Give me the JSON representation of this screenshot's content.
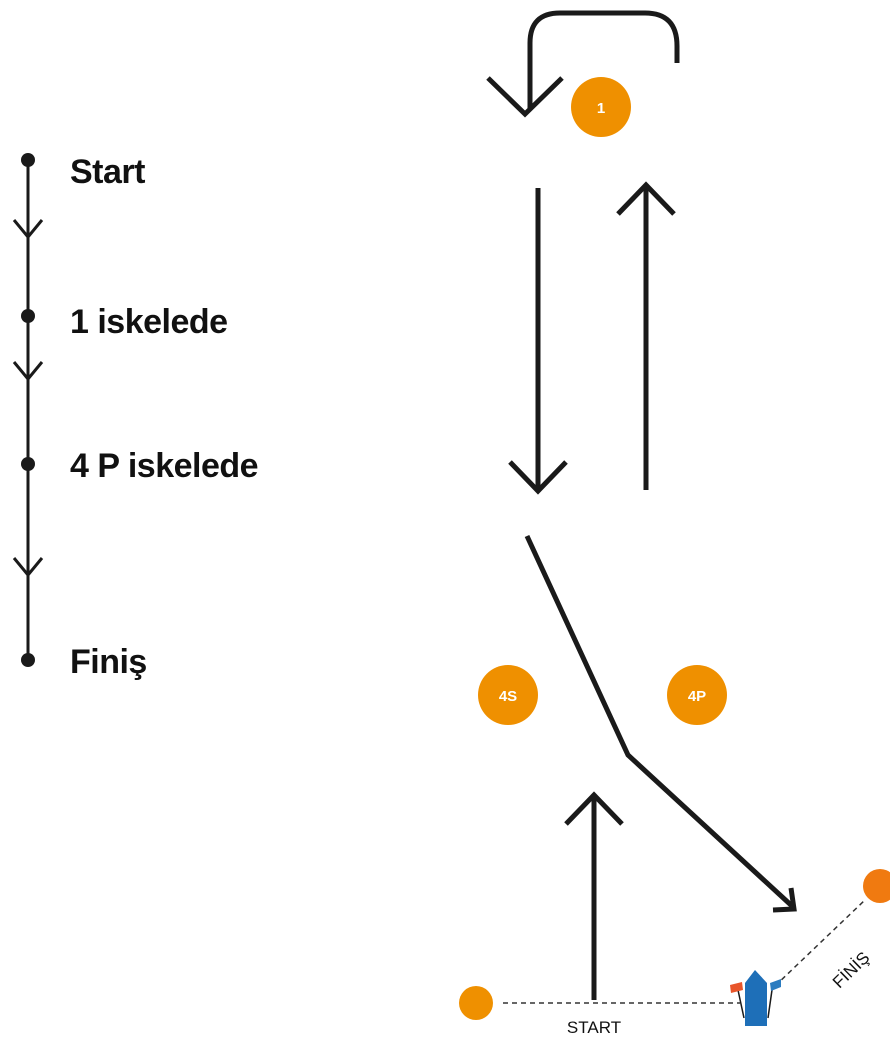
{
  "legend": {
    "steps": [
      "Start",
      "1 iskelede",
      "4 P iskelede",
      "Finiş"
    ]
  },
  "marks": {
    "mark_1": "1",
    "mark_4s": "4S",
    "mark_4p": "4P"
  },
  "lines": {
    "start_label": "START",
    "finish_label": "FİNİŞ"
  },
  "colors": {
    "mark_orange": "#ef9000",
    "finish_mark_orange": "#f07a10",
    "arrow": "#1a1a1a",
    "committee_boat": "#1e6fb8",
    "flag_red": "#e8552a",
    "flag_blue": "#2b7cc0"
  },
  "icons": {
    "committee_boat": "committee-boat-icon"
  }
}
